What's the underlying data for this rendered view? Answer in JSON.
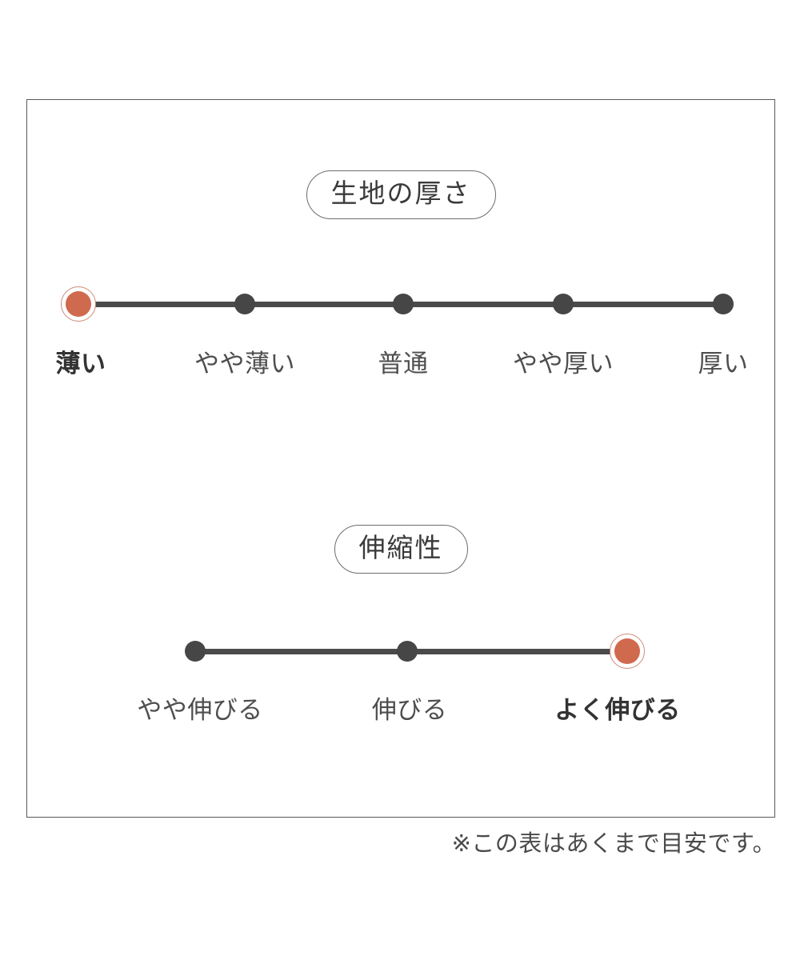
{
  "panel": {
    "border_color": "#5a5a5a",
    "background": "#ffffff"
  },
  "theme": {
    "accent_color": "#d06a4f",
    "accent_ring_color": "#cf8a78",
    "dot_color": "#464646",
    "track_color": "#4a4a4a",
    "text_color": "#4e4e4e"
  },
  "sections": [
    {
      "heading": "生地の厚さ",
      "scale": {
        "type": "discrete-scale",
        "selected_index": 0,
        "steps": [
          {
            "label": "薄い",
            "position_pct": 0
          },
          {
            "label": "やや薄い",
            "position_pct": 25
          },
          {
            "label": "普通",
            "position_pct": 50
          },
          {
            "label": "やや厚い",
            "position_pct": 75
          },
          {
            "label": "厚い",
            "position_pct": 100
          }
        ]
      }
    },
    {
      "heading": "伸縮性",
      "scale": {
        "type": "discrete-scale",
        "selected_index": 2,
        "steps": [
          {
            "label": "やや伸びる",
            "position_pct": 0
          },
          {
            "label": "伸びる",
            "position_pct": 50
          },
          {
            "label": "よく伸びる",
            "position_pct": 100
          }
        ]
      }
    }
  ],
  "note": "※この表はあくまで目安です。"
}
